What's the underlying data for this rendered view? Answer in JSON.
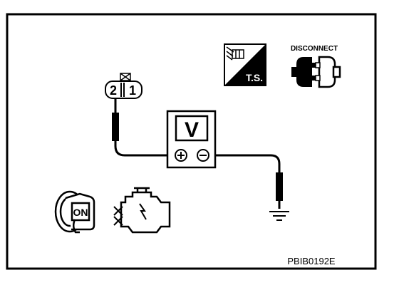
{
  "connector": {
    "pin_left": "2",
    "pin_right": "1"
  },
  "voltmeter": {
    "symbol": "V",
    "positive": "⊕",
    "negative": "⊖"
  },
  "test_symbol": {
    "label": "T.S."
  },
  "disconnect_symbol": {
    "label": "DISCONNECT"
  },
  "ignition_key": {
    "label": "ON"
  },
  "figure_id": "PBIB0192E",
  "colors": {
    "line": "#000000",
    "background": "#ffffff"
  }
}
